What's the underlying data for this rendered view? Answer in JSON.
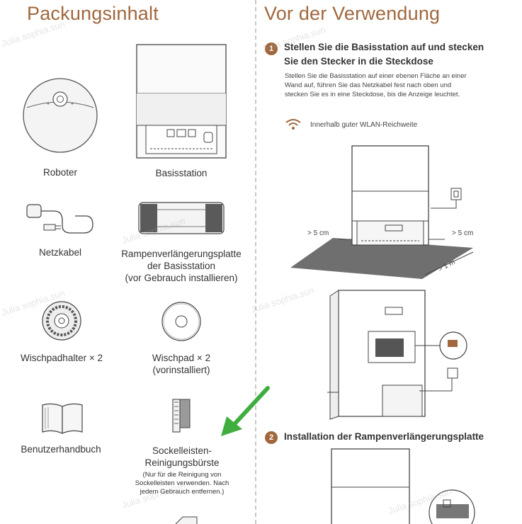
{
  "left": {
    "title": "Packungsinhalt",
    "items": [
      {
        "label": "Roboter"
      },
      {
        "label": "Basisstation"
      },
      {
        "label": "Netzkabel"
      },
      {
        "label_lines": [
          "Rampenverlängerungsplatte",
          "der Basisstation",
          "(vor Gebrauch installieren)"
        ]
      },
      {
        "label": "Wischpadhalter × 2"
      },
      {
        "label_lines": [
          "Wischpad × 2",
          "(vorinstalliert)"
        ]
      },
      {
        "label": "Benutzerhandbuch"
      },
      {
        "label_lines": [
          "Sockelleisten-",
          "Reinigungsbürste"
        ],
        "note_lines": [
          "(Nur für die Reinigung von",
          "Sockelleisten verwenden. Nach",
          "jedem Gebrauch entfernen.)"
        ]
      }
    ]
  },
  "right": {
    "title": "Vor der Verwendung",
    "step1": {
      "number": "1",
      "title_lines": [
        "Stellen Sie die Basisstation auf und stecken",
        "Sie den Stecker in die Steckdose"
      ],
      "desc_lines": [
        "Stellen Sie die Basisstation auf einer ebenen Fläche an einer",
        "Wand auf, führen Sie das Netzkabel fest nach oben und",
        "stecken Sie es in eine Steckdose, bis die Anzeige leuchtet."
      ],
      "wifi_text": "Innerhalb guter WLAN-Reichweite",
      "dim_left": "> 5 cm",
      "dim_right": "> 5 cm",
      "dim_front": "> 1 m"
    },
    "step2": {
      "number": "2",
      "title": "Installation der Rampenverlängerungsplatte"
    }
  },
  "watermark": "Julia sophia.sun",
  "colors": {
    "accent": "#a0673d",
    "arrow": "#3fae3f",
    "divider": "#c8c8c8"
  }
}
